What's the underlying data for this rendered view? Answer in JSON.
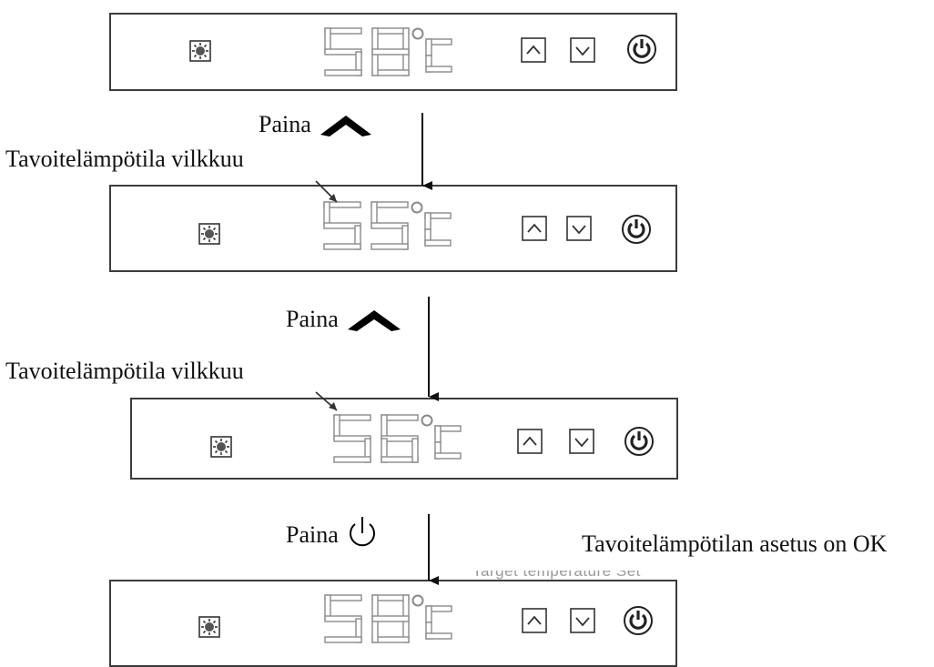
{
  "panels": [
    {
      "display_digits": [
        "5",
        "8"
      ],
      "unit": "°C"
    },
    {
      "display_digits": [
        "5",
        "5"
      ],
      "unit": "°C"
    },
    {
      "display_digits": [
        "5",
        "6"
      ],
      "unit": "°C"
    },
    {
      "display_digits": [
        "5",
        "8"
      ],
      "unit": "°C"
    }
  ],
  "steps": [
    {
      "press_label": "Paina",
      "press_icon": "up-arrow-icon",
      "note": "Tavoitelämpötila vilkkuu"
    },
    {
      "press_label": "Paina",
      "press_icon": "up-arrow-icon",
      "note": "Tavoitelämpötila vilkkuu"
    },
    {
      "press_label": "Paina",
      "press_icon": "power-icon",
      "note": "Tavoitelämpötilan asetus on OK"
    }
  ],
  "residual_text": "Target temperature Set",
  "colors": {
    "line": "#3c3c3c",
    "segment": "#8a8a8a",
    "ink": "#111111"
  }
}
